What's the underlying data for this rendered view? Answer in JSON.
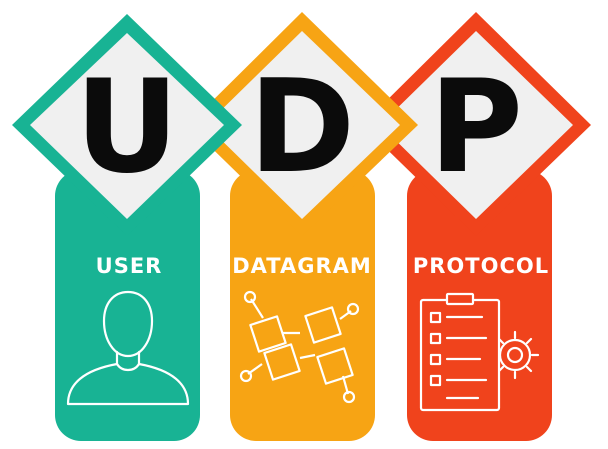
{
  "cards": [
    {
      "letter": "U",
      "word": "USER",
      "icon": "user-icon",
      "color": "#18b394"
    },
    {
      "letter": "D",
      "word": "DATAGRAM",
      "icon": "datagram-icon",
      "color": "#f7a414"
    },
    {
      "letter": "P",
      "word": "PROTOCOL",
      "icon": "protocol-checklist-gear-icon",
      "color": "#f0431c"
    }
  ],
  "diamond": {
    "fill": "#f0f0f0"
  }
}
